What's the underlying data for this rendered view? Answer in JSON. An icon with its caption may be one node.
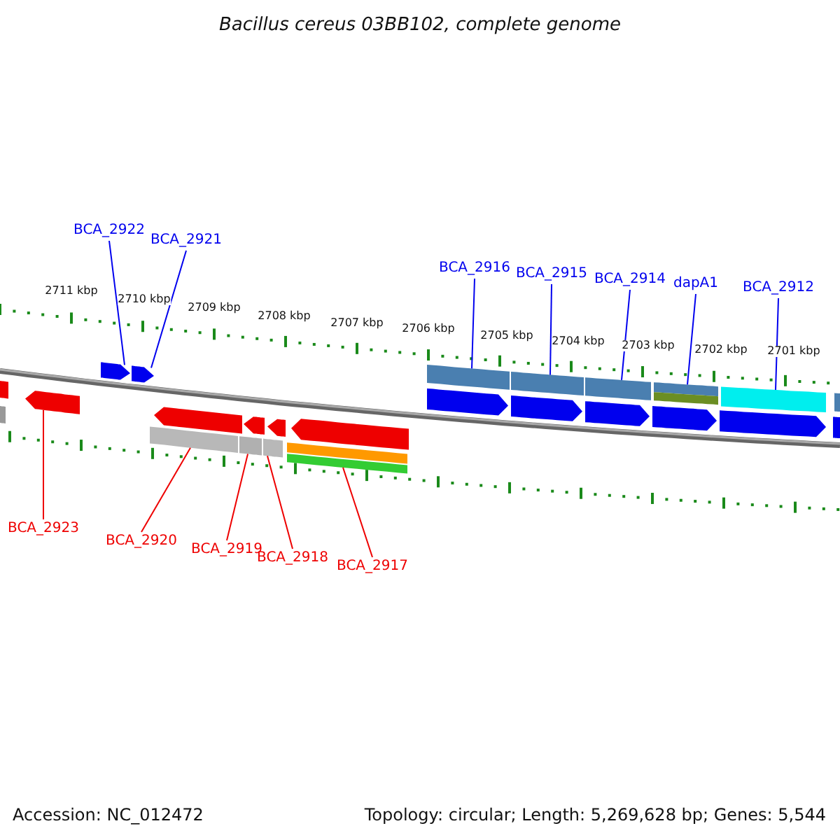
{
  "diagram": {
    "title": "Bacillus cereus 03BB102, complete genome",
    "nodes": [
      {
        "text": [
          "BCA_2922"
        ]
      },
      {
        "text": [
          "BCA_2921"
        ]
      },
      {
        "text": [
          "BCA_2916"
        ]
      },
      {
        "text": [
          "BCA_2915"
        ]
      },
      {
        "text": [
          "BCA_2914"
        ]
      },
      {
        "text": [
          "dapA1"
        ]
      },
      {
        "text": [
          "BCA_2912"
        ]
      },
      {
        "text": [
          "BCA_2923"
        ]
      },
      {
        "text": [
          "BCA_2920"
        ]
      },
      {
        "text": [
          "BCA_2919"
        ]
      },
      {
        "text": [
          "BCA_2918"
        ]
      },
      {
        "text": [
          "BCA_2917"
        ]
      },
      {
        "text": [],
        "shape": "pentagon"
      },
      {
        "text": [],
        "shape": "pentagon"
      },
      {
        "text": [],
        "shape": "bar"
      },
      {
        "text": [],
        "shape": "bar"
      },
      {
        "text": [],
        "shape": "bar"
      },
      {
        "text": [],
        "shape": "bar"
      },
      {
        "text": [],
        "shape": "bar"
      },
      {
        "text": [],
        "shape": "pentagon"
      },
      {
        "text": [],
        "shape": "bar"
      },
      {
        "text": [],
        "shape": "bar"
      },
      {
        "text": [],
        "shape": "bar"
      },
      {
        "text": [],
        "shape": "bar"
      },
      {
        "text": [],
        "shape": "bar"
      },
      {
        "text": [],
        "shape": "bar"
      },
      {
        "text": [],
        "shape": "pentagon"
      },
      {
        "text": [],
        "shape": "pentagon"
      },
      {
        "text": [],
        "shape": "pentagon"
      },
      {
        "text": [],
        "shape": "bar"
      },
      {
        "text": [],
        "shape": "pentagon"
      },
      {
        "text": [],
        "shape": "pentagon"
      },
      {
        "text": [],
        "shape": "pentagon"
      },
      {
        "text": [],
        "shape": "pentagon"
      },
      {
        "text": [],
        "shape": "pentagon"
      },
      {
        "text": [],
        "shape": "pentagon"
      },
      {
        "text": [],
        "shape": "bar"
      },
      {
        "text": [],
        "shape": "bar"
      }
    ],
    "edges": [
      {
        "from": 0,
        "to": 12,
        "arrow": "none"
      },
      {
        "from": 1,
        "to": 13,
        "arrow": "none"
      },
      {
        "from": 2,
        "to": 14,
        "arrow": "none"
      },
      {
        "from": 3,
        "to": 15,
        "arrow": "none"
      },
      {
        "from": 4,
        "to": 16,
        "arrow": "none"
      },
      {
        "from": 5,
        "to": 17,
        "arrow": "none"
      },
      {
        "from": 6,
        "to": 18,
        "arrow": "none"
      },
      {
        "from": 7,
        "to": 19,
        "arrow": "none",
        "color": "#ee0000"
      },
      {
        "from": 8,
        "to": 20,
        "arrow": "none",
        "color": "#ee0000"
      },
      {
        "from": 9,
        "to": 21,
        "arrow": "none",
        "color": "#ee0000"
      },
      {
        "from": 10,
        "to": 22,
        "arrow": "none",
        "color": "#ee0000"
      },
      {
        "from": 11,
        "to": 23,
        "arrow": "none",
        "color": "#ee0000"
      }
    ],
    "labels": [
      "2711 kbp",
      "2710 kbp",
      "2709 kbp",
      "2708 kbp",
      "2707 kbp",
      "2706 kbp",
      "2705 kbp",
      "2704 kbp",
      "2703 kbp",
      "2702 kbp",
      "2701 kbp",
      "Accession: NC_012472",
      "Topology: circular; Length: 5,269,628 bp; Genes: 5,544"
    ]
  }
}
